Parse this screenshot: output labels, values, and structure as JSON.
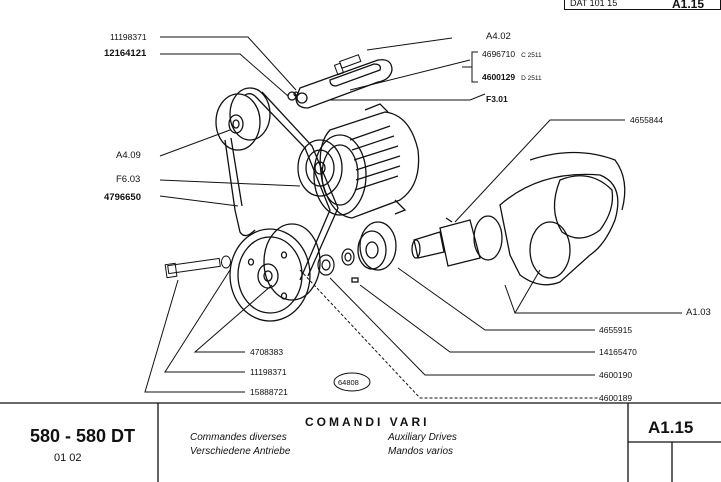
{
  "header": {
    "dat_label": "DAT 101 15",
    "sheet_code_top": "A1.15"
  },
  "labels": {
    "l11198371_top": "11198371",
    "l12164121": "12164121",
    "a402": "A4.02",
    "l4696710": "4696710",
    "l4696710_note": "C 2511",
    "l4600129": "4600129",
    "l4600129_note": "D 2511",
    "f301": "F3.01",
    "l4655844": "4655844",
    "a409": "A4.09",
    "f603": "F6.03",
    "l4796650": "4796650",
    "a103": "A1.03",
    "l4655915": "4655915",
    "l14165470": "14165470",
    "l4600190": "4600190",
    "l4600189": "4600189",
    "l4708383": "4708383",
    "l11198371_bottom": "11198371",
    "l15888721": "15888721",
    "ref_64808": "64808"
  },
  "title_block": {
    "model": "580 - 580 DT",
    "model_sub": "01   02",
    "title": "COMANDI VARI",
    "fr": "Commandes diverses",
    "de": "Verschiedene Antriebe",
    "en": "Auxiliary Drives",
    "es": "Mandos varios",
    "sheet_code": "A1.15"
  }
}
